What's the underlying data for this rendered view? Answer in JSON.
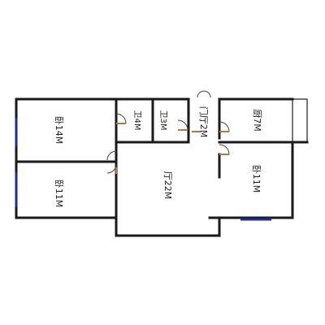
{
  "rooms": {
    "bedroom_14": "卧14M",
    "bedroom_11_left": "卧11M",
    "bath_4": "卫4M",
    "bath_3": "卫3M",
    "entry_hall": "门厅2M",
    "kitchen": "厨7M",
    "living_hall": "厅22M",
    "bedroom_11_right": "卧11M"
  },
  "colors": {
    "wall": "#1a1a1a",
    "window_blue": "#1f2a9c",
    "door_leaf": "#b07a3c",
    "background": "#ffffff"
  }
}
